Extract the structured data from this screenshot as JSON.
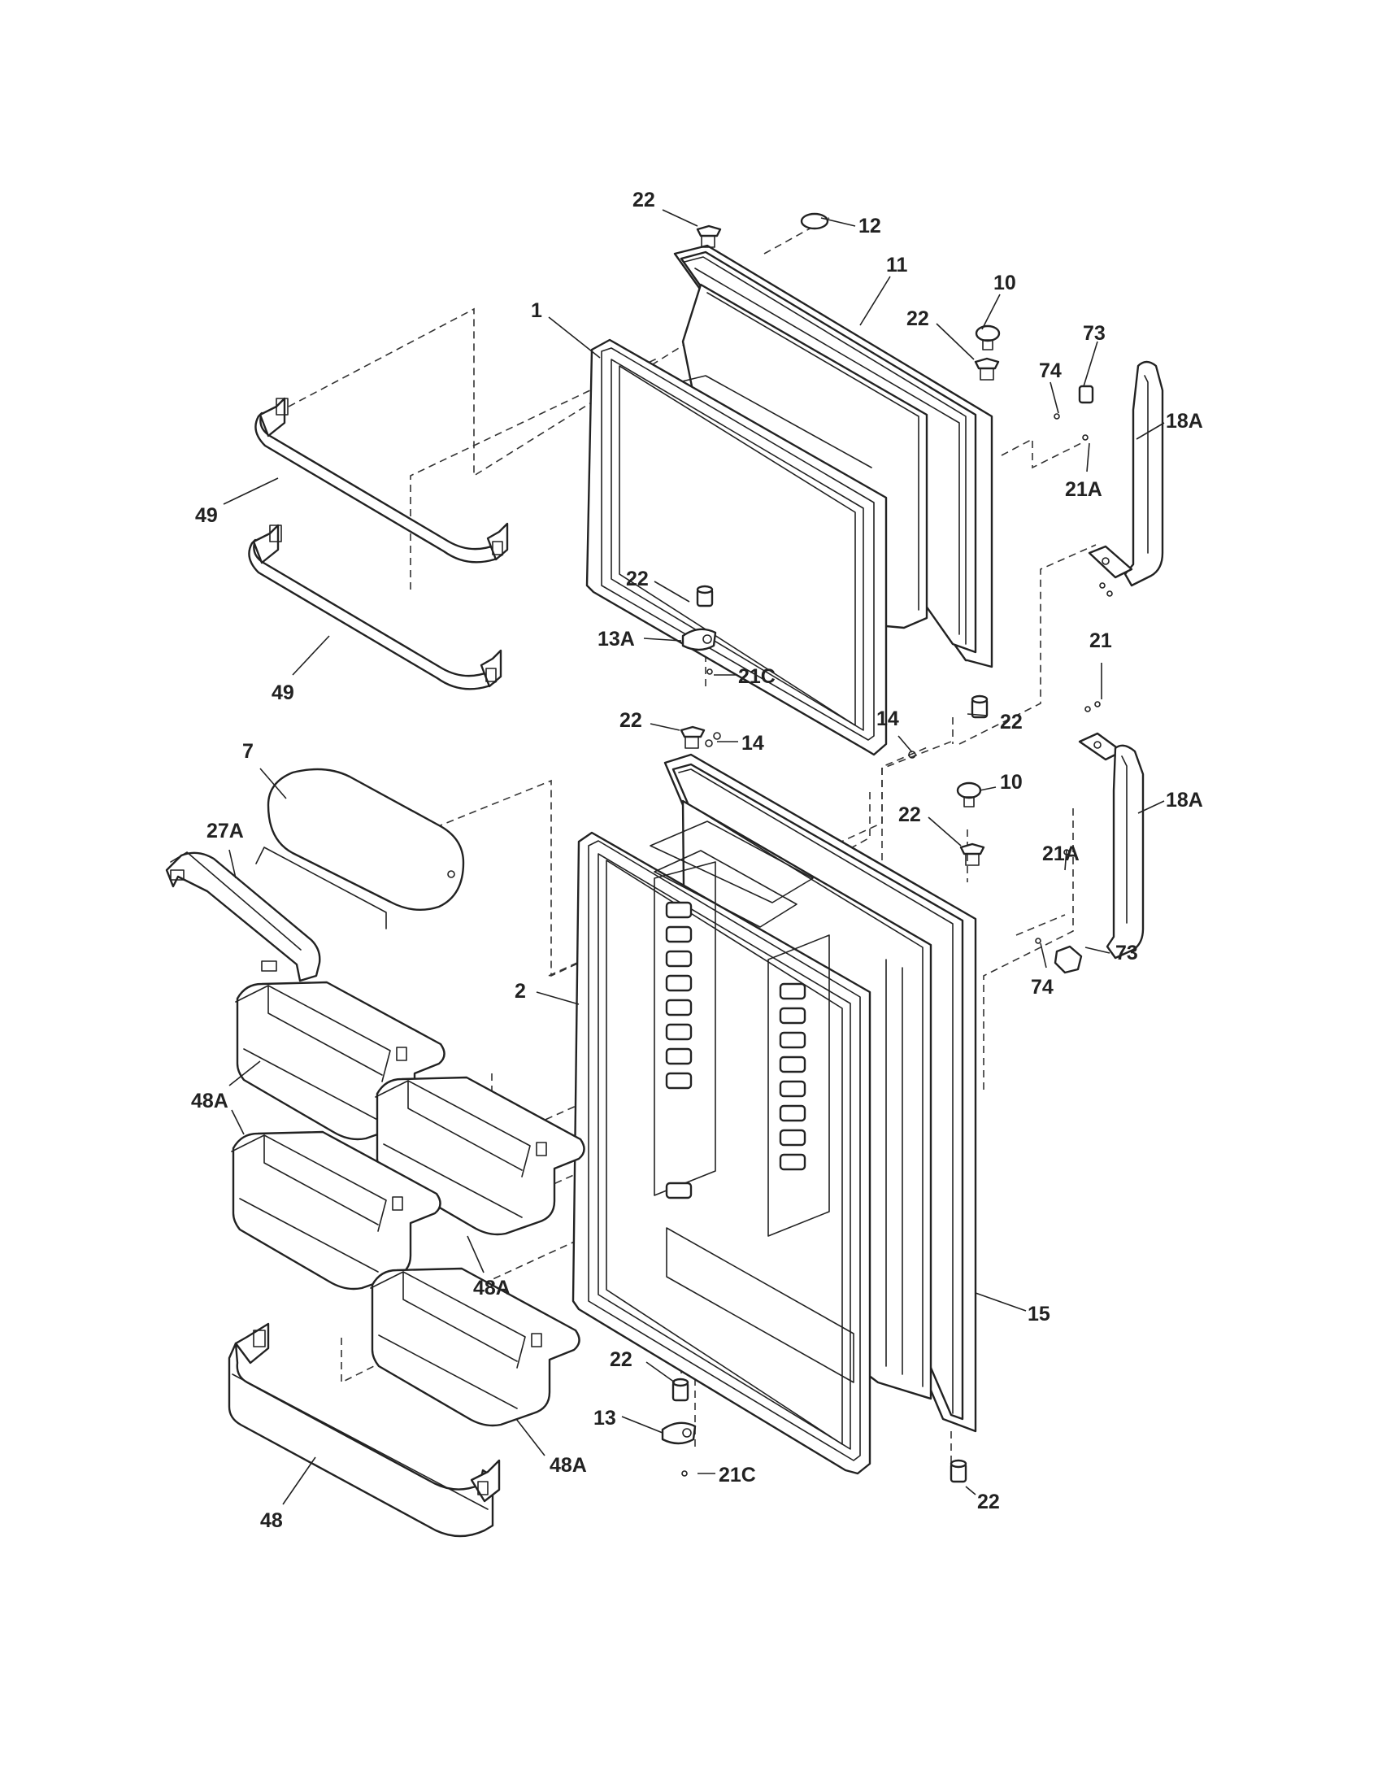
{
  "callouts": {
    "c_22_a": "22",
    "c_12": "12",
    "c_11": "11",
    "c_10_a": "10",
    "c_22_b": "22",
    "c_1": "1",
    "c_73_a": "73",
    "c_74_a": "74",
    "c_18a_a": "18A",
    "c_21a_a": "21A",
    "c_49_a": "49",
    "c_22_c": "22",
    "c_13a": "13A",
    "c_21c_a": "21C",
    "c_49_b": "49",
    "c_21": "21",
    "c_22_d": "22",
    "c_22_e": "22",
    "c_14_a": "14",
    "c_14_b": "14",
    "c_7": "7",
    "c_10_b": "10",
    "c_18a_b": "18A",
    "c_22_f": "22",
    "c_27a": "27A",
    "c_21a_b": "21A",
    "c_73_b": "73",
    "c_74_b": "74",
    "c_2": "2",
    "c_48a_a": "48A",
    "c_48a_b": "48A",
    "c_15": "15",
    "c_22_g": "22",
    "c_13": "13",
    "c_48a_c": "48A",
    "c_21c_b": "21C",
    "c_22_h": "22",
    "c_48": "48"
  }
}
